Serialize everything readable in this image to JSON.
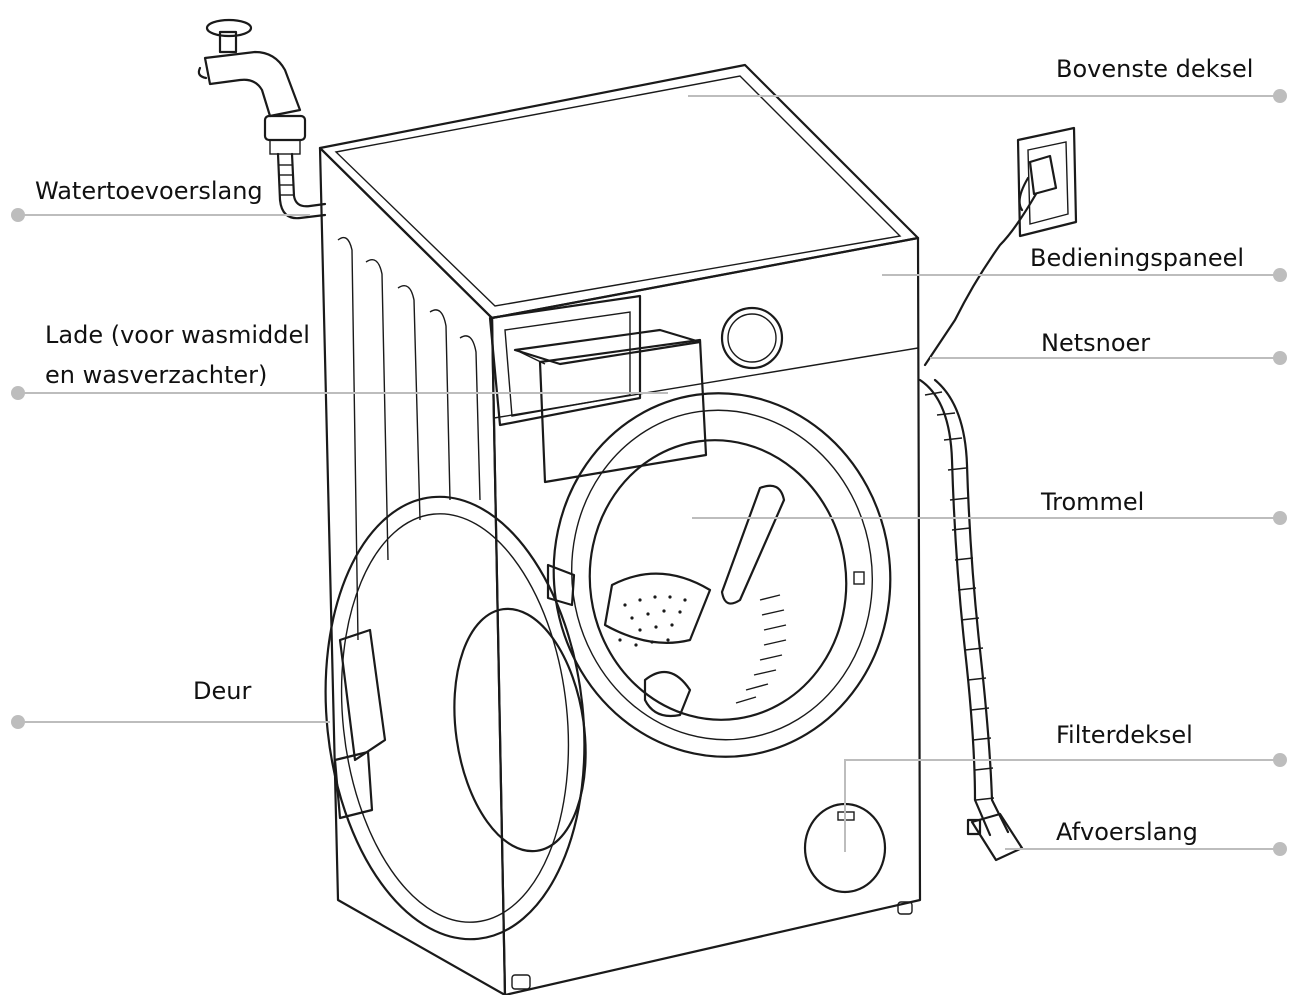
{
  "labels": {
    "top_cover": "Bovenste deksel",
    "water_inlet_hose": "Watertoevoerslang",
    "control_panel": "Bedieningspaneel",
    "drawer_line1": "Lade (voor wasmiddel",
    "drawer_line2": "en wasverzachter)",
    "power_cord": "Netsnoer",
    "drum": "Trommel",
    "door": "Deur",
    "filter_cover": "Filterdeksel",
    "drain_hose": "Afvoerslang"
  },
  "colors": {
    "ink": "#1a1a1a",
    "leader": "#bdbdbd",
    "label_text": "#111111"
  }
}
